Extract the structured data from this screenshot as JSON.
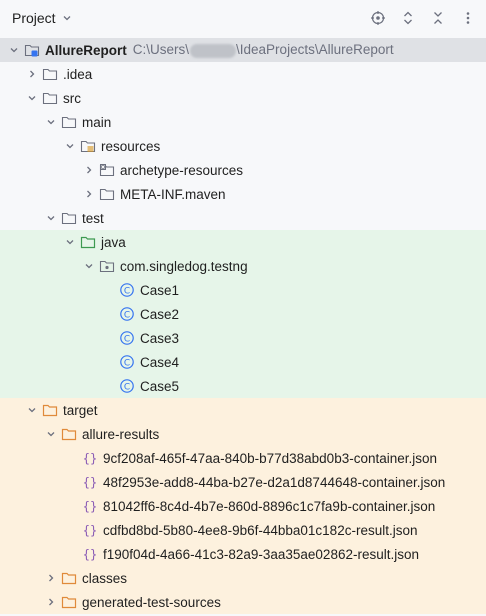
{
  "header": {
    "title": "Project",
    "icons": [
      "chevron-down-icon",
      "locate-icon",
      "expand-collapse-icon",
      "collapse-all-icon",
      "more-icon"
    ]
  },
  "colors": {
    "selected": "#dfe1e5",
    "test_sources_bg": "#e6f5e9",
    "excluded_bg": "#fdf1de",
    "folder_default": "#6c707e",
    "folder_green": "#3d9a50",
    "folder_orange": "#e08a3a",
    "class_blue": "#3574f0",
    "json_purple": "#8b5cb5"
  },
  "tree": {
    "root": {
      "name": "AllureReport",
      "path_prefix": "C:\\Users\\",
      "path_suffix": "\\IdeaProjects\\AllureReport"
    },
    "idea": ".idea",
    "src": "src",
    "main": "main",
    "resources": "resources",
    "archetype_resources": "archetype-resources",
    "meta_inf": "META-INF.maven",
    "test": "test",
    "java": "java",
    "package": "com.singledog.testng",
    "cases": [
      "Case1",
      "Case2",
      "Case3",
      "Case4",
      "Case5"
    ],
    "target": "target",
    "allure_results": "allure-results",
    "json_files": [
      "9cf208af-465f-47aa-840b-b77d38abd0b3-container.json",
      "48f2953e-add8-44ba-b27e-d2a1d8744648-container.json",
      "81042ff6-8c4d-4b7e-860d-8896c1c7fa9b-container.json",
      "cdfbd8bd-5b80-4ee8-9b6f-44bba01c182c-result.json",
      "f190f04d-4a66-41c3-82a9-3aa35ae02862-result.json"
    ],
    "classes": "classes",
    "generated_test_sources": "generated-test-sources"
  }
}
